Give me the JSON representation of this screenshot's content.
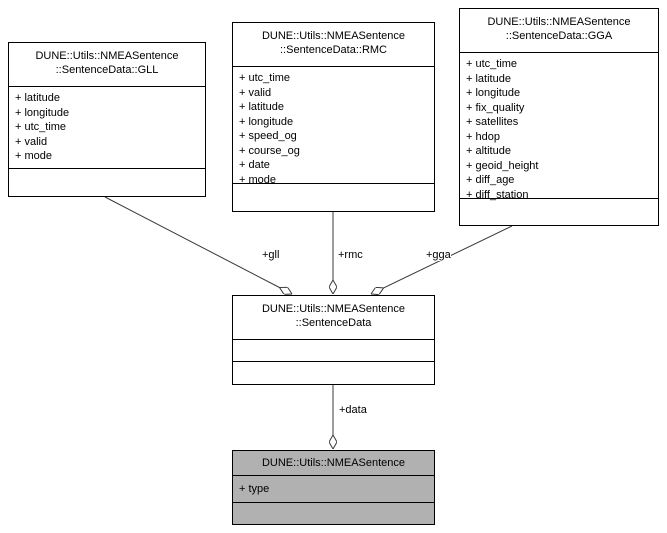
{
  "diagram": {
    "classes": {
      "gll": {
        "title_line1": "DUNE::Utils::NMEASentence",
        "title_line2": "::SentenceData::GLL",
        "attributes": [
          "+ latitude",
          "+ longitude",
          "+ utc_time",
          "+ valid",
          "+ mode"
        ]
      },
      "rmc": {
        "title_line1": "DUNE::Utils::NMEASentence",
        "title_line2": "::SentenceData::RMC",
        "attributes": [
          "+ utc_time",
          "+ valid",
          "+ latitude",
          "+ longitude",
          "+ speed_og",
          "+ course_og",
          "+ date",
          "+ mode"
        ]
      },
      "gga": {
        "title_line1": "DUNE::Utils::NMEASentence",
        "title_line2": "::SentenceData::GGA",
        "attributes": [
          "+ utc_time",
          "+ latitude",
          "+ longitude",
          "+ fix_quality",
          "+ satellites",
          "+ hdop",
          "+ altitude",
          "+ geoid_height",
          "+ diff_age",
          "+ diff_station"
        ]
      },
      "sentence_data": {
        "title_line1": "DUNE::Utils::NMEASentence",
        "title_line2": "::SentenceData"
      },
      "nmea_sentence": {
        "title_line1": "DUNE::Utils::NMEASentence",
        "attributes": [
          "+ type"
        ]
      }
    },
    "edges": {
      "gll_label": "+gll",
      "rmc_label": "+rmc",
      "gga_label": "+gga",
      "data_label": "+data"
    },
    "colors": {
      "box_fill": "#ffffff",
      "box_border": "#000000",
      "highlight_fill": "#b1b1b1",
      "edge_color": "#383838"
    }
  }
}
